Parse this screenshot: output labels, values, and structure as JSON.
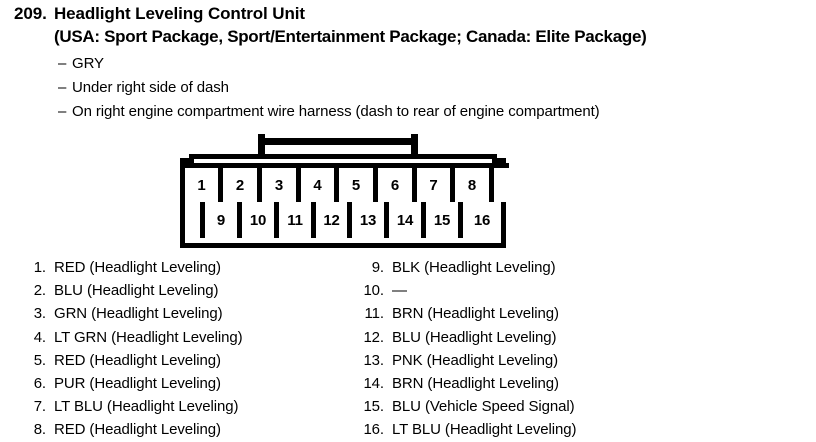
{
  "heading": {
    "number": "209.",
    "title": "Headlight Leveling Control Unit",
    "subtitle": "(USA: Sport Package, Sport/Entertainment Package; Canada: Elite Package)"
  },
  "bullets": [
    {
      "dash": "–",
      "text": "GRY"
    },
    {
      "dash": "–",
      "text": "Under right side of dash"
    },
    {
      "dash": "–",
      "text": "On right engine compartment wire harness (dash to rear of engine compartment)"
    }
  ],
  "connector": {
    "top_row": [
      {
        "label": "1",
        "blank": false
      },
      {
        "label": "2",
        "blank": false
      },
      {
        "label": "3",
        "blank": false
      },
      {
        "label": "4",
        "blank": false
      },
      {
        "label": "5",
        "blank": false
      },
      {
        "label": "6",
        "blank": false
      },
      {
        "label": "7",
        "blank": false
      },
      {
        "label": "8",
        "blank": false
      },
      {
        "label": "",
        "blank": true
      }
    ],
    "bottom_row": [
      {
        "label": "",
        "blank": true
      },
      {
        "label": "9",
        "blank": false
      },
      {
        "label": "10",
        "blank": false
      },
      {
        "label": "11",
        "blank": false
      },
      {
        "label": "12",
        "blank": false
      },
      {
        "label": "13",
        "blank": false
      },
      {
        "label": "14",
        "blank": false
      },
      {
        "label": "15",
        "blank": false
      },
      {
        "label": "16",
        "blank": false
      }
    ]
  },
  "pins_left": [
    {
      "num": "1.",
      "desc": "RED (Headlight Leveling)"
    },
    {
      "num": "2.",
      "desc": "BLU (Headlight Leveling)"
    },
    {
      "num": "3.",
      "desc": "GRN (Headlight Leveling)"
    },
    {
      "num": "4.",
      "desc": "LT GRN (Headlight Leveling)"
    },
    {
      "num": "5.",
      "desc": "RED (Headlight Leveling)"
    },
    {
      "num": "6.",
      "desc": "PUR (Headlight Leveling)"
    },
    {
      "num": "7.",
      "desc": "LT BLU (Headlight Leveling)"
    },
    {
      "num": "8.",
      "desc": "RED (Headlight Leveling)"
    }
  ],
  "pins_right": [
    {
      "num": "9.",
      "desc": "BLK (Headlight Leveling)"
    },
    {
      "num": "10.",
      "desc": "—"
    },
    {
      "num": "11.",
      "desc": "BRN (Headlight Leveling)"
    },
    {
      "num": "12.",
      "desc": "BLU (Headlight Leveling)"
    },
    {
      "num": "13.",
      "desc": "PNK (Headlight Leveling)"
    },
    {
      "num": "14.",
      "desc": "BRN (Headlight Leveling)"
    },
    {
      "num": "15.",
      "desc": "BLU (Vehicle Speed Signal)"
    },
    {
      "num": "16.",
      "desc": "LT BLU (Headlight Leveling)"
    }
  ],
  "colors": {
    "ink": "#000000",
    "paper": "#ffffff"
  }
}
